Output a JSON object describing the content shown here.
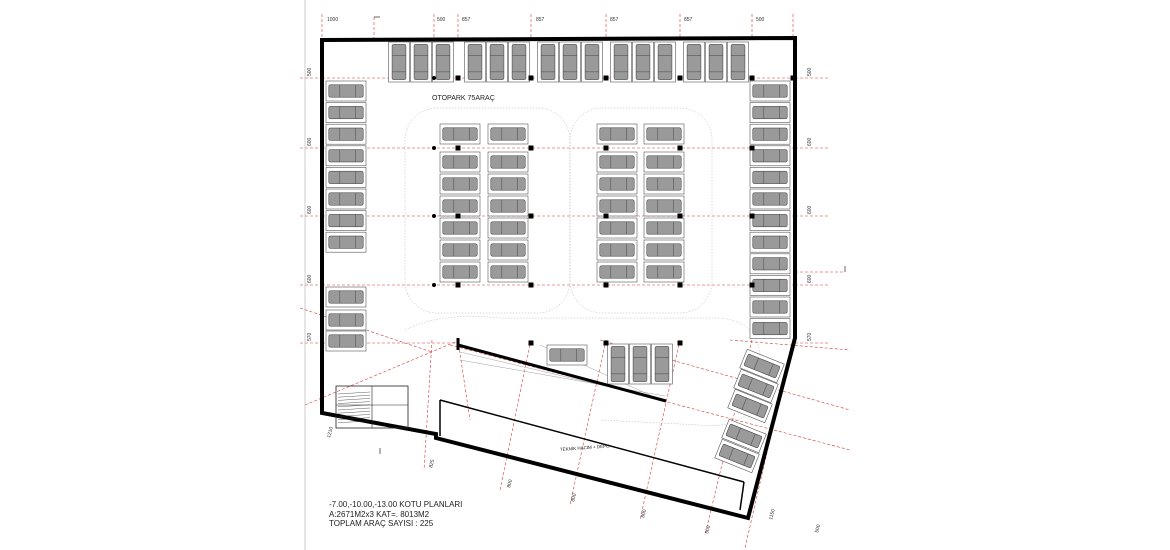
{
  "title": "OTOPARK 75ARAÇ",
  "technical_room_label": "TEKNİK HACİM + DEPO",
  "info_lines": [
    "-7.00,-10.00,-13.00 KOTU  PLANLARI",
    "A:2671M2x3 KAT=. 8013M2",
    "TOPLAM ARAÇ SAYISI : 225"
  ],
  "top_dimensions": [
    "1000",
    "500",
    "857",
    "857",
    "857",
    "857",
    "500"
  ],
  "left_dimensions": [
    "500",
    "600",
    "600",
    "600",
    "570"
  ],
  "right_dimensions": [
    "500",
    "600",
    "600",
    "600",
    "570"
  ],
  "bottom_dimensions": [
    "1210",
    "825",
    "800",
    "800",
    "800",
    "500",
    "1150",
    "500"
  ],
  "colors": {
    "wall": "#000000",
    "grid_line": "#d43a3a",
    "car_fill": "#9a9a9a",
    "stall_line": "#555555",
    "aisle_line": "#b5b5b5"
  }
}
